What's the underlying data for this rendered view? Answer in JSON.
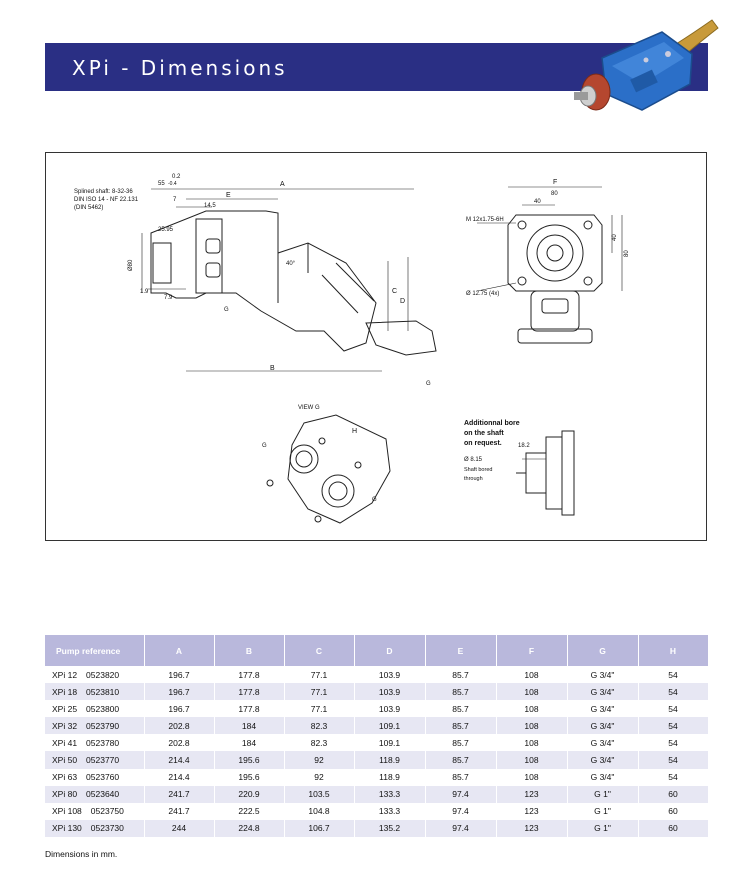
{
  "header": {
    "title": "XPi - Dimensions"
  },
  "drawing": {
    "splined_shaft_line1": "Splined shaft: 8-32-36",
    "splined_shaft_line2": "DIN ISO 14 - NF 22.131",
    "splined_shaft_line3": "(DIN 5462)",
    "dim_a": "A",
    "dim_b": "B",
    "dim_c": "C",
    "dim_d": "D",
    "dim_e": "E",
    "dim_f": "F",
    "dim_h": "H",
    "dim_7": "7",
    "dim_55": "55",
    "dim_02": "0.2",
    "dim_neg04": "-0.4",
    "dim_145": "14.5",
    "dim_2595": "25.95",
    "dim_80": "Ø80",
    "dim_19": "1.9",
    "dim_79": "7.9",
    "dim_g": "G",
    "dim_40deg": "40°",
    "dim_80_front": "80",
    "dim_40_front": "40",
    "dim_40_side": "40",
    "dim_80_side": "80",
    "thread_label": "M 12x1.75-6H",
    "hole_label": "Ø 12.75 (4x)",
    "view_g_label": "VIEW G",
    "bore_note_line1": "Additionnal bore",
    "bore_note_line2": "on the shaft",
    "bore_note_line3": "on request.",
    "bore_182": "18.2",
    "bore_815": "Ø 8.15",
    "shaft_bored_line1": "Shaft bored",
    "shaft_bored_line2": "through"
  },
  "table": {
    "headers": [
      "Pump reference",
      "A",
      "B",
      "C",
      "D",
      "E",
      "F",
      "G",
      "H"
    ],
    "rows": [
      [
        "XPi 12",
        "0523820",
        "196.7",
        "177.8",
        "77.1",
        "103.9",
        "85.7",
        "108",
        "G 3/4\"",
        "54"
      ],
      [
        "XPi 18",
        "0523810",
        "196.7",
        "177.8",
        "77.1",
        "103.9",
        "85.7",
        "108",
        "G 3/4\"",
        "54"
      ],
      [
        "XPi 25",
        "0523800",
        "196.7",
        "177.8",
        "77.1",
        "103.9",
        "85.7",
        "108",
        "G 3/4\"",
        "54"
      ],
      [
        "XPi 32",
        "0523790",
        "202.8",
        "184",
        "82.3",
        "109.1",
        "85.7",
        "108",
        "G 3/4\"",
        "54"
      ],
      [
        "XPi 41",
        "0523780",
        "202.8",
        "184",
        "82.3",
        "109.1",
        "85.7",
        "108",
        "G 3/4\"",
        "54"
      ],
      [
        "XPi 50",
        "0523770",
        "214.4",
        "195.6",
        "92",
        "118.9",
        "85.7",
        "108",
        "G 3/4\"",
        "54"
      ],
      [
        "XPi 63",
        "0523760",
        "214.4",
        "195.6",
        "92",
        "118.9",
        "85.7",
        "108",
        "G 3/4\"",
        "54"
      ],
      [
        "XPi 80",
        "0523640",
        "241.7",
        "220.9",
        "103.5",
        "133.3",
        "97.4",
        "123",
        "G 1\"",
        "60"
      ],
      [
        "XPi 108",
        "0523750",
        "241.7",
        "222.5",
        "104.8",
        "133.3",
        "97.4",
        "123",
        "G 1\"",
        "60"
      ],
      [
        "XPi 130",
        "0523730",
        "244",
        "224.8",
        "106.7",
        "135.2",
        "97.4",
        "123",
        "G 1\"",
        "60"
      ]
    ]
  },
  "footnote": "Dimensions in mm.",
  "colors": {
    "banner": "#2a2f84",
    "table_header": "#b9b8dc",
    "row_shade": "#e7e7f3",
    "pump_body": "#2b6fc8"
  }
}
